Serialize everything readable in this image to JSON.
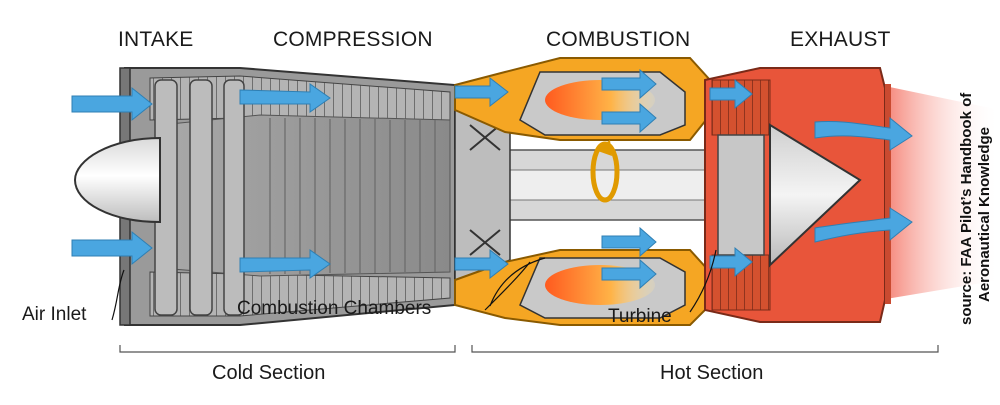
{
  "stages": [
    "INTAKE",
    "COMPRESSION",
    "COMBUSTION",
    "EXHAUST"
  ],
  "callouts": {
    "air_inlet": "Air Inlet",
    "combustion_chambers": "Combustion Chambers",
    "turbine": "Turbine"
  },
  "sections": {
    "cold": "Cold Section",
    "hot": "Hot Section"
  },
  "source": {
    "line1": "source: FAA Pilot’s Handbook of",
    "line2": "Aeronautical Knowledge"
  },
  "colors": {
    "airflow": "#4aa6e0",
    "casing": "#8f8f8f",
    "combustion": "#f5a623",
    "hot_exhaust": "#e8553a",
    "plume": "#f7a39a"
  }
}
